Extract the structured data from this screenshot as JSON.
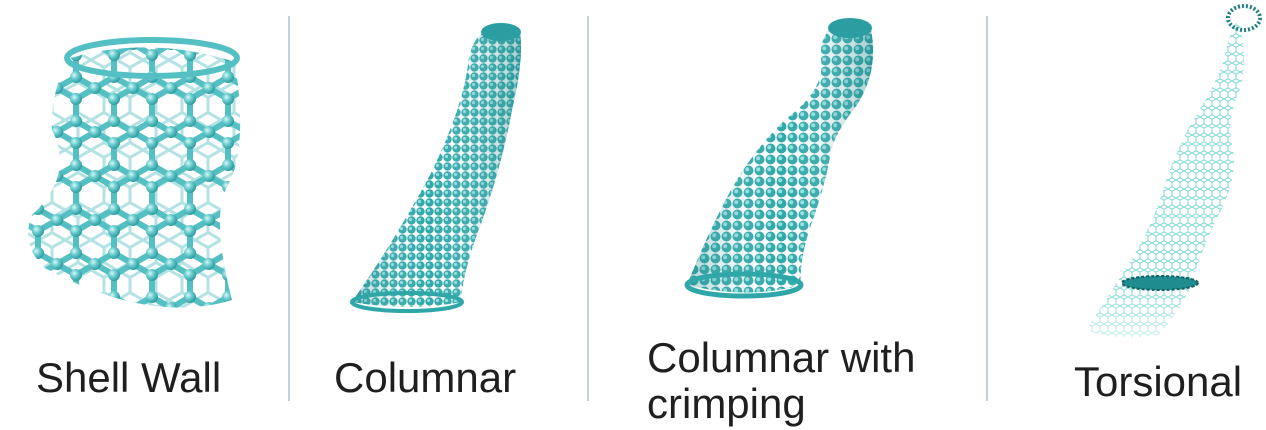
{
  "panels": [
    {
      "id": "shell-wall",
      "caption": "Shell Wall"
    },
    {
      "id": "columnar",
      "caption": "Columnar"
    },
    {
      "id": "columnar-crimping",
      "caption_line1": "Columnar with",
      "caption_line2": "crimping"
    },
    {
      "id": "torsional",
      "caption": "Torsional"
    }
  ],
  "colors": {
    "atom": "#5ec7c9",
    "atom_dark": "#2a9a9e",
    "atom_light": "#a8e5e6",
    "divider": "#c5d0df",
    "caption": "#1f1f1f"
  }
}
